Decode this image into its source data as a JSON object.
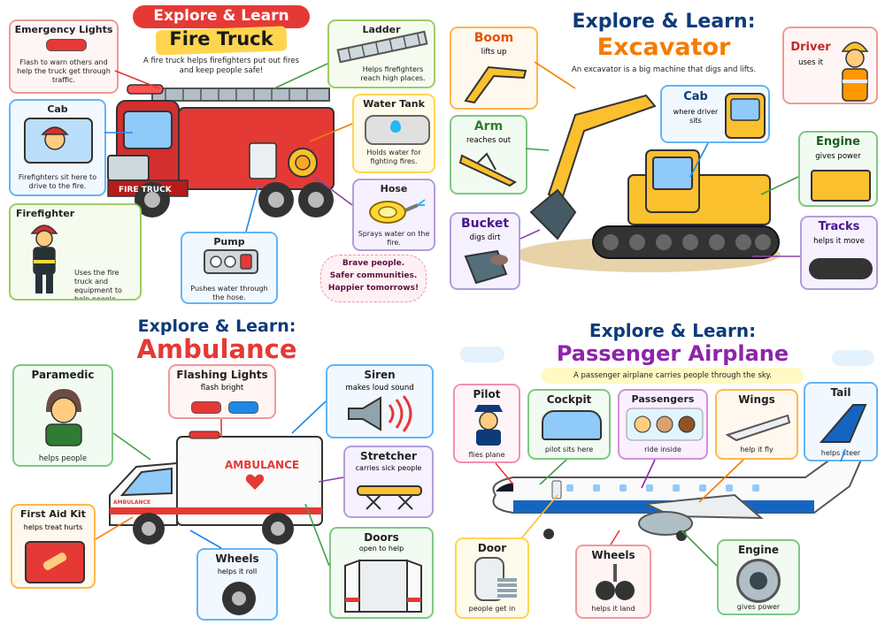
{
  "fire_truck": {
    "title_small": "Explore & Learn",
    "title_big": "Fire Truck",
    "intro": "A fire truck helps firefighters put out fires and keep people safe!",
    "truck_label": "FIRE TRUCK",
    "motto": [
      "Brave people.",
      "Safer communities.",
      "Happier tomorrows!"
    ],
    "cards": {
      "emergency_lights": {
        "title": "Emergency Lights",
        "desc": "Flash to warn others and help the truck get through traffic."
      },
      "cab": {
        "title": "Cab",
        "desc": "Firefighters sit here to drive to the fire."
      },
      "firefighter": {
        "title": "Firefighter",
        "desc": "Uses the fire truck and equipment to help people."
      },
      "ladder": {
        "title": "Ladder",
        "desc": "Helps firefighters reach high places."
      },
      "water_tank": {
        "title": "Water Tank",
        "desc": "Holds water for fighting fires."
      },
      "hose": {
        "title": "Hose",
        "desc": "Sprays water on the fire."
      },
      "pump": {
        "title": "Pump",
        "desc": "Pushes water through the hose."
      }
    }
  },
  "excavator": {
    "title_small": "Explore & Learn:",
    "title_big": "Excavator",
    "intro": "An excavator is a big machine that digs and lifts.",
    "cards": {
      "boom": {
        "title": "Boom",
        "desc": "lifts up"
      },
      "arm": {
        "title": "Arm",
        "desc": "reaches out"
      },
      "bucket": {
        "title": "Bucket",
        "desc": "digs dirt"
      },
      "cab": {
        "title": "Cab",
        "desc": "where driver sits"
      },
      "driver": {
        "title": "Driver",
        "desc": "uses it"
      },
      "engine": {
        "title": "Engine",
        "desc": "gives power"
      },
      "tracks": {
        "title": "Tracks",
        "desc": "helps it move"
      }
    }
  },
  "ambulance": {
    "title_small": "Explore & Learn:",
    "title_big": "Ambulance",
    "side_label": "AMBULANCE",
    "front_label": "AMBULANCE",
    "cards": {
      "paramedic": {
        "title": "Paramedic",
        "desc": "helps people"
      },
      "flashing_lights": {
        "title": "Flashing Lights",
        "desc": "flash bright"
      },
      "siren": {
        "title": "Siren",
        "desc": "makes loud sound"
      },
      "stretcher": {
        "title": "Stretcher",
        "desc": "carries sick people"
      },
      "first_aid": {
        "title": "First Aid Kit",
        "desc": "helps treat hurts"
      },
      "wheels": {
        "title": "Wheels",
        "desc": "helps it roll"
      },
      "doors": {
        "title": "Doors",
        "desc": "open to help"
      }
    }
  },
  "airplane": {
    "title_small": "Explore & Learn:",
    "title_big": "Passenger Airplane",
    "intro": "A passenger airplane carries people through the sky.",
    "cards": {
      "pilot": {
        "title": "Pilot",
        "desc": "flies plane"
      },
      "cockpit": {
        "title": "Cockpit",
        "desc": "pilot sits here"
      },
      "passengers": {
        "title": "Passengers",
        "desc": "ride inside"
      },
      "wings": {
        "title": "Wings",
        "desc": "help it fly"
      },
      "tail": {
        "title": "Tail",
        "desc": "helps steer"
      },
      "door": {
        "title": "Door",
        "desc": "people get in"
      },
      "wheels": {
        "title": "Wheels",
        "desc": "helps it land"
      },
      "engine": {
        "title": "Engine",
        "desc": "gives power"
      }
    }
  },
  "colors": {
    "red": "#e53935",
    "orange": "#f57c00",
    "yellow": "#fbc02d",
    "blue": "#1e88e5",
    "green": "#43a047",
    "purple": "#8e44ad",
    "navy": "#0d3b7a"
  }
}
